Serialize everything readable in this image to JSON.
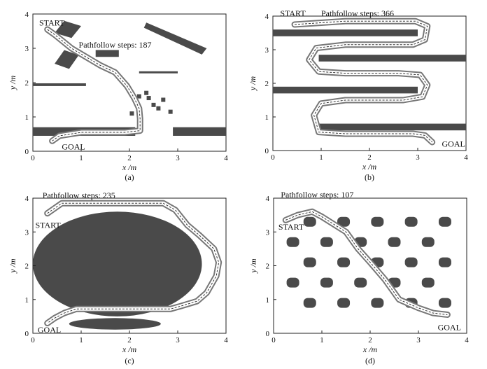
{
  "panels": [
    {
      "id": "a",
      "caption": "(a)",
      "steps_label": "Pathfollow steps: 187",
      "start_label": "START",
      "goal_label": "GOAL",
      "x_label": "x /m",
      "y_label": "y /m",
      "xlim": [
        0,
        4
      ],
      "ylim": [
        0,
        4
      ],
      "x_ticks": [
        "0",
        "1",
        "2",
        "3",
        "4"
      ],
      "y_ticks": [
        "0",
        "1",
        "2",
        "3",
        "4"
      ]
    },
    {
      "id": "b",
      "caption": "(b)",
      "steps_label": "Pathfollow steps: 366",
      "start_label": "START",
      "goal_label": "GOAL",
      "x_label": "x /m",
      "y_label": "y /m",
      "xlim": [
        0,
        4
      ],
      "ylim": [
        0,
        4
      ],
      "x_ticks": [
        "0",
        "1",
        "2",
        "3",
        "4"
      ],
      "y_ticks": [
        "0",
        "1",
        "2",
        "3",
        "4"
      ]
    },
    {
      "id": "c",
      "caption": "(c)",
      "steps_label": "Pathfollow steps: 235",
      "start_label": "START",
      "goal_label": "GOAL",
      "x_label": "x /m",
      "y_label": "y /m",
      "xlim": [
        0,
        4
      ],
      "ylim": [
        0,
        4
      ],
      "x_ticks": [
        "0",
        "1",
        "2",
        "3",
        "4"
      ],
      "y_ticks": [
        "0",
        "1",
        "2",
        "3",
        "4"
      ]
    },
    {
      "id": "d",
      "caption": "(d)",
      "steps_label": "Pathfollow steps: 107",
      "start_label": "START",
      "goal_label": "GOAL",
      "x_label": "x /m",
      "y_label": "y /m",
      "xlim": [
        0,
        4
      ],
      "ylim": [
        0,
        4
      ],
      "x_ticks": [
        "0",
        "1",
        "2",
        "3",
        "4"
      ],
      "y_ticks": [
        "0",
        "1",
        "2",
        "3",
        "4"
      ]
    }
  ]
}
